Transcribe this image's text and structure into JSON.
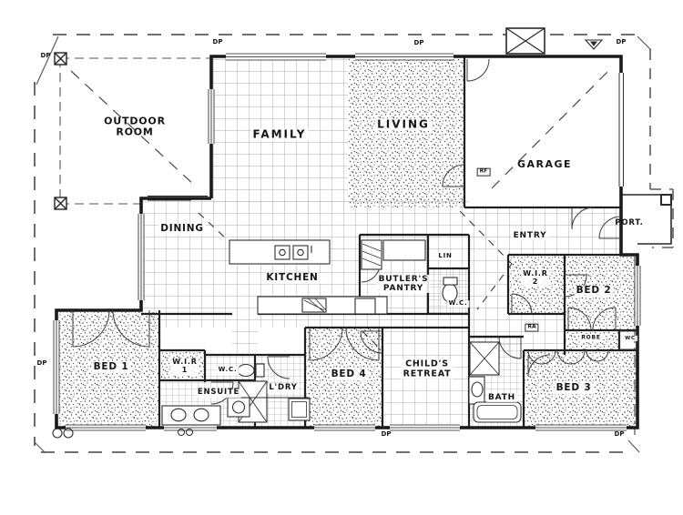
{
  "rooms": {
    "outdoor_room": "OUTDOOR\nROOM",
    "family": "FAMILY",
    "living": "LIVING",
    "garage": "GARAGE",
    "port": "PORT.",
    "entry": "ENTRY",
    "dining": "DINING",
    "kitchen": "KITCHEN",
    "butlers_pantry": "BUTLER'S\nPANTRY",
    "linen": "LIN",
    "wc_hall": "W.C.",
    "wir2": "W.I.R\n2",
    "bed2": "BED 2",
    "robe_bed2": "ROBE",
    "wc_bed2": "WC",
    "bed3": "BED 3",
    "bath": "BATH",
    "childs_retreat": "CHILD'S\nRETREAT",
    "bed4": "BED 4",
    "laundry": "L'DRY",
    "ensuite": "ENSUITE",
    "wc_ensuite": "W.C.",
    "wir1": "W.I.R\n1",
    "bed1": "BED 1"
  },
  "symbols": {
    "dp": "DP",
    "rf": "RF",
    "ra": "RA"
  },
  "colors": {
    "wall": "#1a1a1a",
    "line": "#3a3a3a",
    "roof_dash": "#5c5c5c",
    "paper": "#ffffff"
  }
}
